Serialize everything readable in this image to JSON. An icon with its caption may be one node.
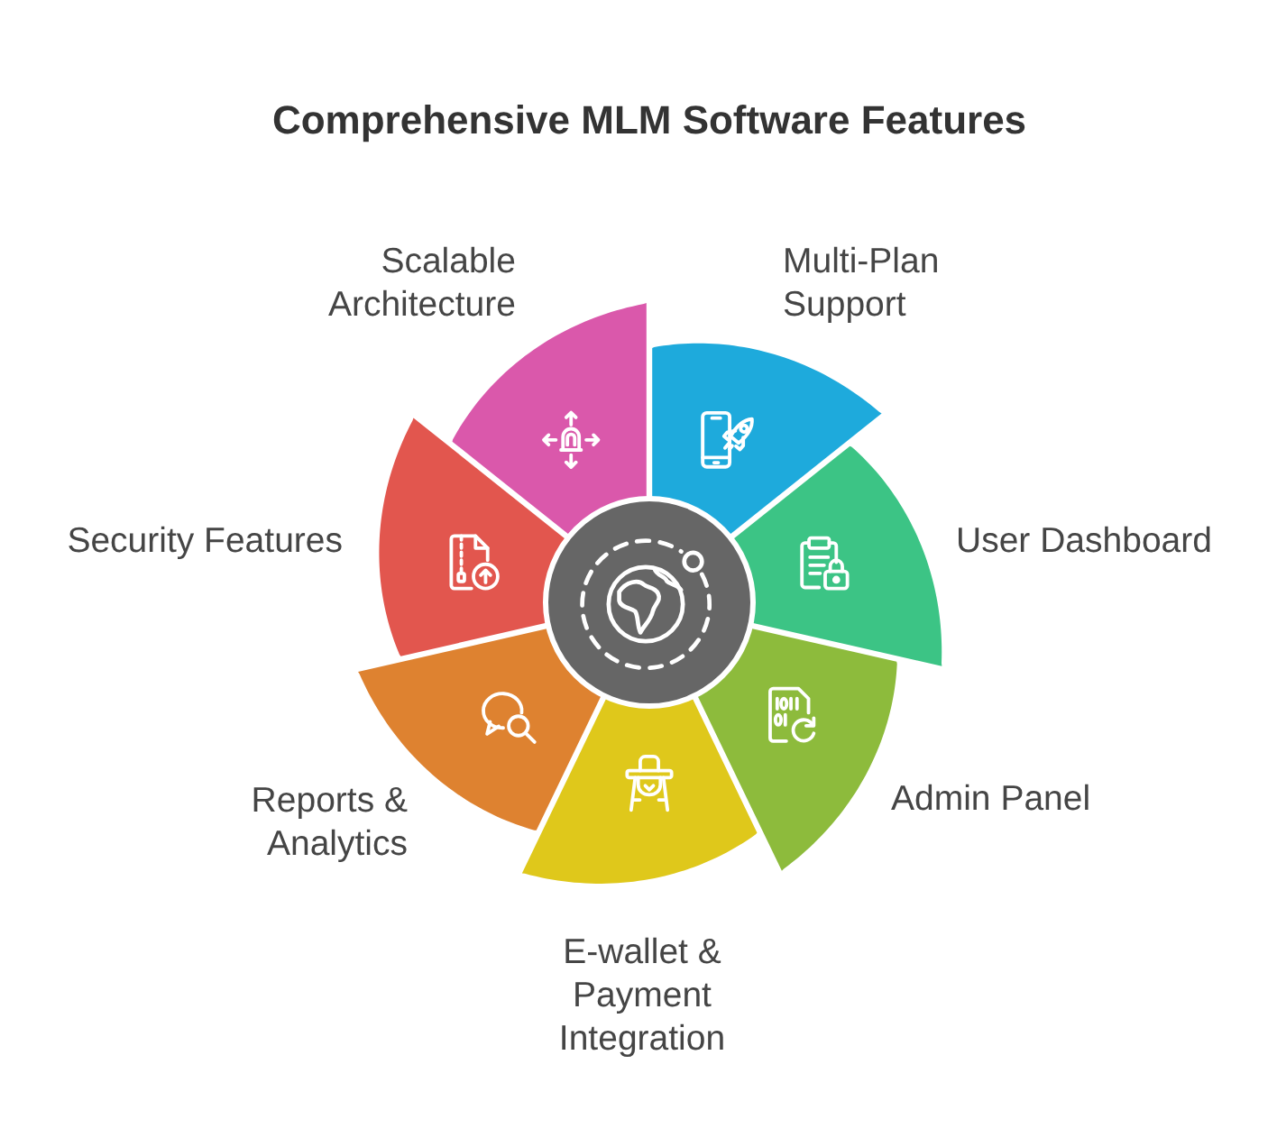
{
  "diagram": {
    "title": "Comprehensive MLM Software Features",
    "nodes": [
      {
        "text": [
          "Scalable Architecture"
        ]
      },
      {
        "text": [
          "Multi-Plan Support"
        ]
      },
      {
        "text": [
          "User Dashboard"
        ]
      },
      {
        "text": [
          "Admin Panel"
        ]
      },
      {
        "text": [
          "E-wallet & Payment Integration"
        ]
      },
      {
        "text": [
          "Reports & Analytics"
        ]
      },
      {
        "text": [
          "Security Features"
        ]
      },
      {
        "text": [],
        "shape": "circle"
      }
    ]
  }
}
